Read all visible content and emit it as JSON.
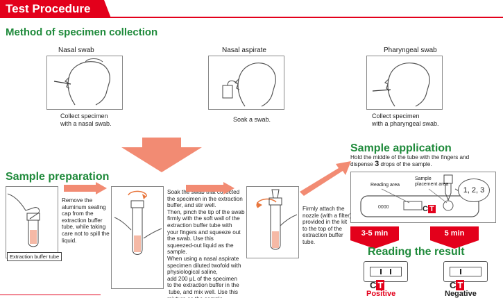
{
  "header": {
    "title": "Test Procedure"
  },
  "collection": {
    "title": "Method of specimen collection",
    "methods": [
      {
        "name": "Nasal swab",
        "caption": "Collect specimen\nwith a nasal swab."
      },
      {
        "name": "Nasal aspirate",
        "caption": "Soak a swab."
      },
      {
        "name": "Pharyngeal swab",
        "caption": "Collect specimen\nwith a pharyngeal swab."
      }
    ]
  },
  "preparation": {
    "title": "Sample preparation",
    "tube_label": "Extraction buffer tube",
    "step1": "Remove the\naluminum sealing\ncap from the\nextraction buffer\ntube, while taking\ncare not to spill the\nliquid.",
    "step2": "Soak the swab that collected\nthe specimen in the extraction\nbuffer, and stir well.\nThen, pinch the tip of the swab\nfirmly with the soft wall of the\nextraction buffer tube with\nyour fingers and squeeze out\nthe swab. Use this\nsqueezed-out liquid as the\nsample.\nWhen using a nasal aspirate\nspecimen diluted twofold with\nphysiological saline,\nadd 200 μL of the specimen\nto the extraction buffer in the\n tube, and mix well. Use this\nmixture as the sample.",
    "step3": "Firmly attach the\nnozzle (with a filter)\nprovided in the kit\nto the top of the\nextraction buffer\ntube."
  },
  "application": {
    "title": "Sample application",
    "instruction_pre": "Hold the middle of the tube with the fingers and\ndispense ",
    "drops": "3",
    "instruction_post": " drops of the sample.",
    "reading_area": "Reading area",
    "sample_area": "Sample\nplacement area",
    "counter": "1, 2, 3",
    "window_marks": "0000",
    "ct_c": "C",
    "ct_t": "T"
  },
  "reading": {
    "title": "Reading the result",
    "positive_time": "3-5 min",
    "negative_time": "5 min",
    "positive_label": "Positive",
    "negative_label": "Negative",
    "c": "C",
    "t": "T"
  },
  "colors": {
    "brand_red": "#e3001b",
    "heading_green": "#1f8a3b",
    "arrow_salmon": "#f28b73"
  }
}
